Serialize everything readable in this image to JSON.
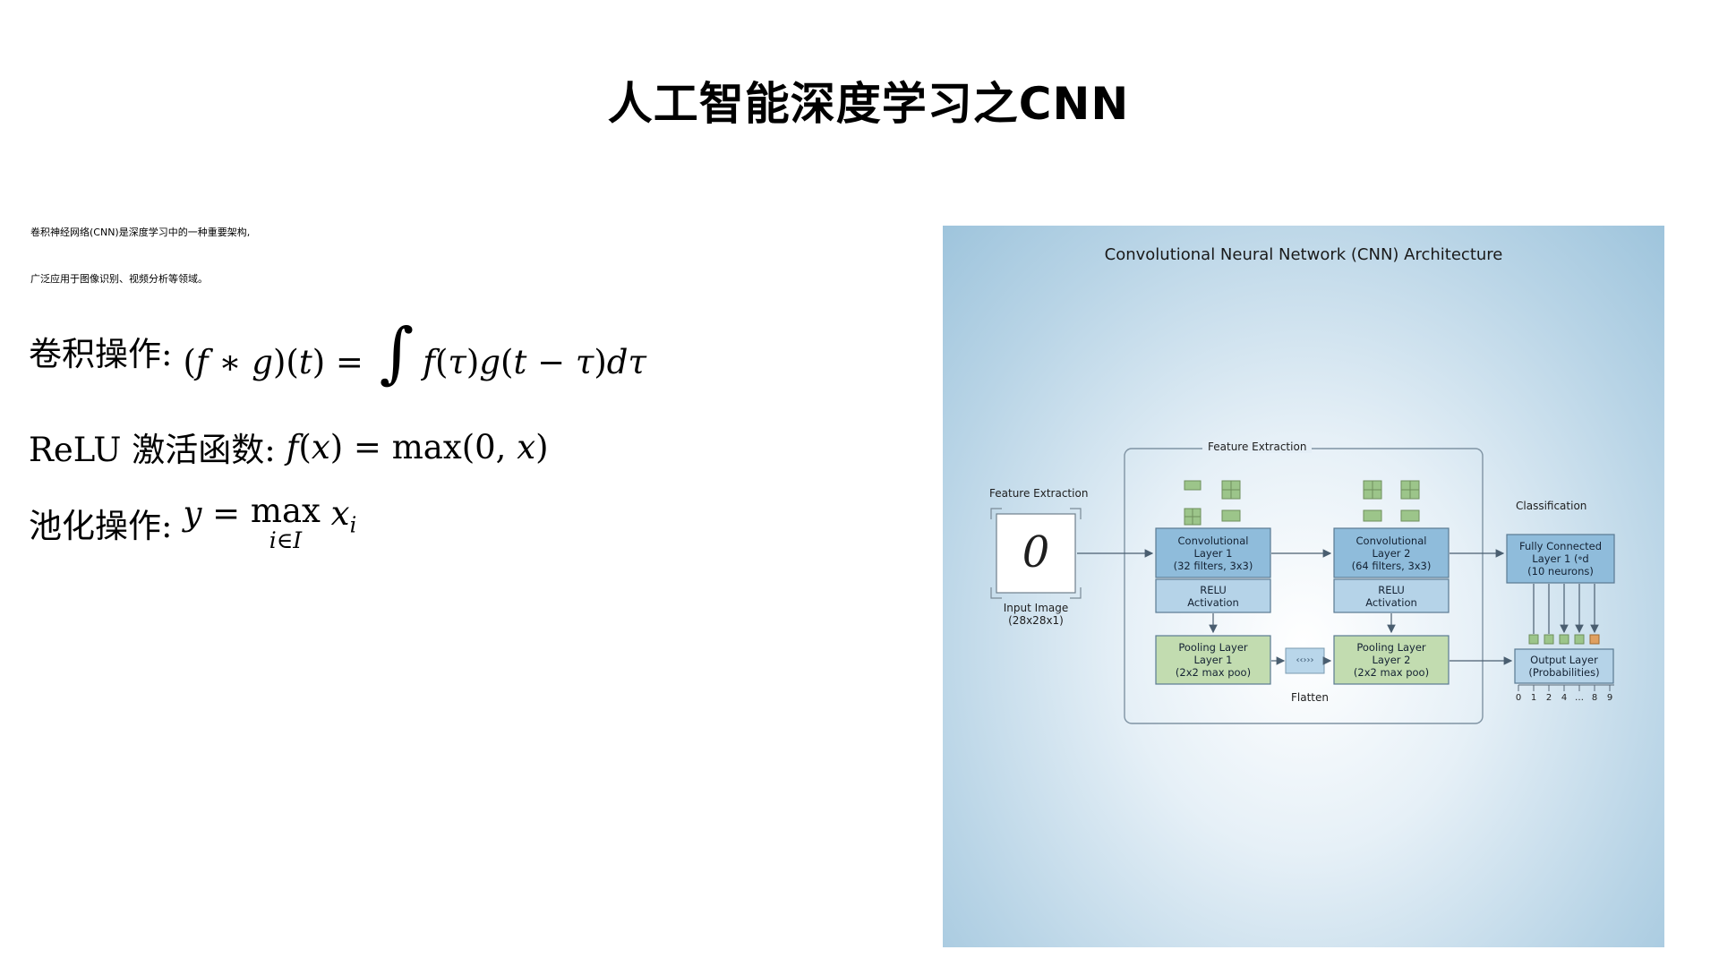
{
  "page": {
    "title": "人工智能深度学习之CNN",
    "intro_line_1": "卷积神经网络(CNN)是深度学习中的一种重要架构,",
    "intro_line_2": "广泛应用于图像识别、视频分析等领域。"
  },
  "formulas": {
    "conv_label": "卷积操作:",
    "relu_label": "ReLU 激活函数:",
    "pool_label": "池化操作:"
  },
  "diagram": {
    "title": "Convolutional Neural Network (CNN) Architecture",
    "group_label": "Feature Extraction",
    "input_section_label": "Feature Extraction",
    "classification_label": "Classification",
    "input_digit": "0",
    "input_label_1": "Input Image",
    "input_label_2": "(28x28x1)",
    "conv1": [
      "Convolutional",
      "Layer 1",
      "(32 filters, 3x3)"
    ],
    "relu1": [
      "RELU",
      "Activation"
    ],
    "pool1": [
      "Pooling Layer",
      "Layer 1",
      "(2x2 max poo)"
    ],
    "conv2": [
      "Convolutional",
      "Layer 2",
      "(64 filters, 3x3)"
    ],
    "relu2": [
      "RELU",
      "Activation"
    ],
    "pool2": [
      "Pooling Layer",
      "Layer 2",
      "(2x2 max poo)"
    ],
    "flatten_symbol": "‹‹›››",
    "flatten_label": "Flatten",
    "fc": [
      "Fully Connected",
      "Layer 1 (॰d",
      "(10 neurons)"
    ],
    "output": [
      "Output Layer",
      "(Probabilities)"
    ],
    "output_ticks": [
      "0",
      "1",
      "2",
      "4",
      "…",
      "8",
      "9"
    ],
    "colors": {
      "conv_fill": "#8fbcdb",
      "relu_fill": "#b5d3e8",
      "pool_fill": "#c2dcb0",
      "box_stroke": "#5a7a92",
      "output_highlight": "#e0a060"
    }
  }
}
